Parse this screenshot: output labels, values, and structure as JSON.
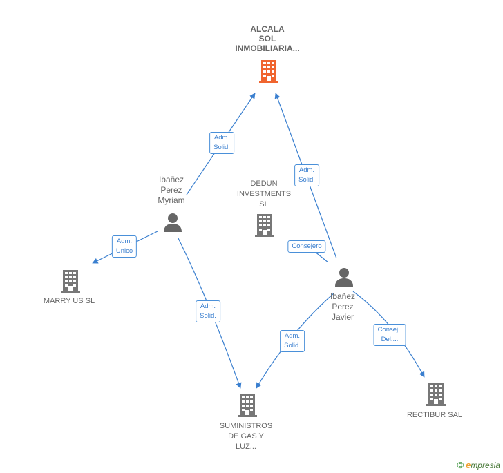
{
  "colors": {
    "edge": "#3a7fcf",
    "main_building": "#f0652f",
    "building": "#777777",
    "person": "#666666"
  },
  "nodes": {
    "alcala": {
      "label": "ALCALA\nSOL\nINMOBILIARIA...",
      "icon": "building-icon"
    },
    "dedun": {
      "label": "DEDUN\nINVESTMENTS\nSL",
      "icon": "building-icon"
    },
    "marry": {
      "label": "MARRY US  SL",
      "icon": "building-icon"
    },
    "suministros": {
      "label": "SUMINISTROS\nDE GAS Y\nLUZ...",
      "icon": "building-icon"
    },
    "rectibur": {
      "label": "RECTIBUR SAL",
      "icon": "building-icon"
    },
    "myriam": {
      "label": "Ibañez\nPerez\nMyriam",
      "icon": "person-icon"
    },
    "javier": {
      "label": "Ibañez\nPerez\nJavier",
      "icon": "person-icon"
    }
  },
  "edges": {
    "myriam_alcala": "Adm.\nSolid.",
    "javier_alcala": "Adm.\nSolid.",
    "myriam_marry": "Adm.\nUnico",
    "myriam_suministros": "Adm.\nSolid.",
    "javier_dedun": "Consejero",
    "javier_suministros": "Adm.\nSolid.",
    "javier_rectibur": "Consej .\nDel...."
  },
  "brand": {
    "copyright": "©",
    "initial": "e",
    "name": "mpresia"
  }
}
